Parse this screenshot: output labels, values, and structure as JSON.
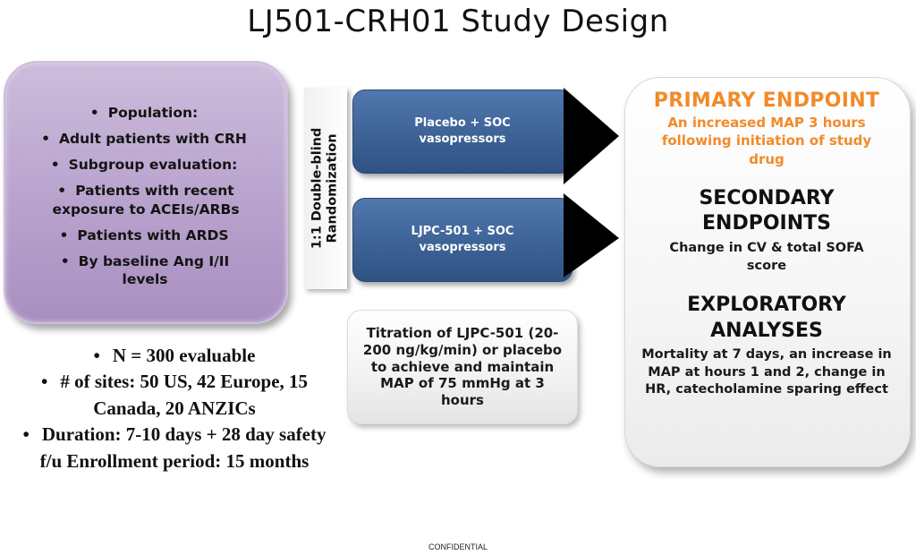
{
  "title": "LJ501-CRH01 Study Design",
  "population_box": {
    "items": [
      {
        "bullet": "•",
        "text": "Population:"
      },
      {
        "bullet": "•",
        "text": "Adult patients with CRH"
      },
      {
        "bullet": "•",
        "text": "Subgroup evaluation:"
      },
      {
        "bullet": "•",
        "text": "Patients with recent exposure to ACEIs/ARBs"
      },
      {
        "bullet": "•",
        "text": "Patients with ARDS"
      },
      {
        "bullet": "•",
        "text": "By baseline Ang I/II levels"
      }
    ]
  },
  "study_facts": [
    {
      "bullet": "•",
      "text": "N = 300 evaluable"
    },
    {
      "bullet": "•",
      "text": "# of sites: 50 US, 42 Europe, 15 Canada, 20 ANZICs"
    },
    {
      "bullet": "•",
      "text": "Duration: 7-10 days + 28 day safety f/u Enrollment period: 15 months"
    }
  ],
  "randomization": {
    "line1": "1:1  Double-blind",
    "line2": "Randomization"
  },
  "arms": [
    {
      "label_line1": "Placebo + SOC",
      "label_line2": "vasopressors"
    },
    {
      "label_line1": "LJPC-501 + SOC",
      "label_line2": "vasopressors"
    }
  ],
  "titration": "Titration of LJPC-501 (20-200 ng/kg/min) or placebo to achieve and maintain MAP of 75 mmHg at 3 hours",
  "endpoints": {
    "primary_title": "PRIMARY ENDPOINT",
    "primary_desc": "An increased MAP 3 hours following initiation of study drug",
    "secondary_title_line1": "SECONDARY",
    "secondary_title_line2": "ENDPOINTS",
    "secondary_desc": "Change in CV & total SOFA score",
    "exploratory_title_line1": "EXPLORATORY",
    "exploratory_title_line2": "ANALYSES",
    "exploratory_desc": "Mortality at 7 days, an increase in MAP at hours 1 and 2, change in HR, catecholamine sparing effect"
  },
  "footer": "CONFIDENTIAL",
  "colors": {
    "population_fill": "#b8a2cd",
    "arm_fill": "#3d6296",
    "primary_endpoint": "#f28a2a",
    "arrow": "#000000"
  }
}
